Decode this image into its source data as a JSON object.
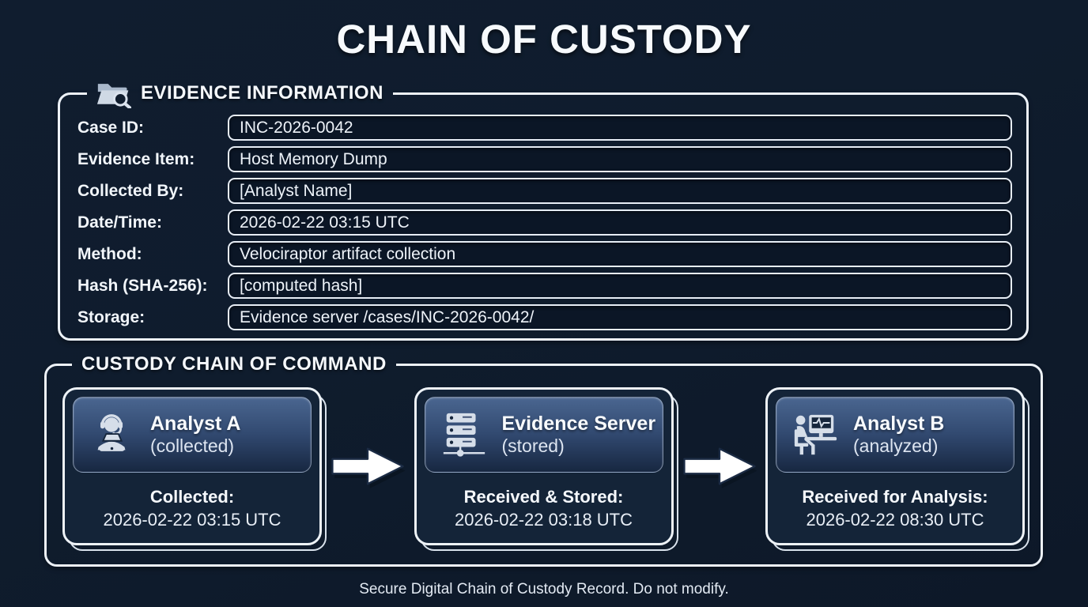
{
  "title": "CHAIN OF CUSTODY",
  "evidence_section": {
    "heading": "EVIDENCE INFORMATION",
    "icon": "folder-search-icon",
    "fields": [
      {
        "label": "Case ID:",
        "value": "INC-2026-0042"
      },
      {
        "label": "Evidence Item:",
        "value": "Host Memory Dump"
      },
      {
        "label": "Collected By:",
        "value": "[Analyst Name]"
      },
      {
        "label": "Date/Time:",
        "value": "2026-02-22 03:15 UTC"
      },
      {
        "label": "Method:",
        "value": "Velociraptor artifact collection"
      },
      {
        "label": "Hash (SHA-256):",
        "value": "[computed hash]"
      },
      {
        "label": "Storage:",
        "value": "Evidence server /cases/INC-2026-0042/"
      }
    ]
  },
  "custody_section": {
    "heading": "CUSTODY CHAIN OF COMMAND",
    "nodes": [
      {
        "icon": "analyst-headset-icon",
        "title": "Analyst A",
        "subtitle": "(collected)",
        "event_label": "Collected:",
        "event_time": "2026-02-22 03:15 UTC"
      },
      {
        "icon": "server-icon",
        "title": "Evidence Server",
        "subtitle": "(stored)",
        "event_label": "Received & Stored:",
        "event_time": "2026-02-22 03:18 UTC"
      },
      {
        "icon": "analyst-workstation-icon",
        "title": "Analyst B",
        "subtitle": "(analyzed)",
        "event_label": "Received for Analysis:",
        "event_time": "2026-02-22 08:30 UTC"
      }
    ]
  },
  "footer": "Secure Digital Chain of Custody Record. Do not modify.",
  "colors": {
    "background": "#101d2e",
    "panel_border": "#edf2f8",
    "field_fill": "#0b1626",
    "card_fill": "#142438",
    "card_header_top": "#4a6690",
    "card_header_bottom": "#172741",
    "icon_color": "#d6dee9",
    "text": "#f4f8fc"
  }
}
